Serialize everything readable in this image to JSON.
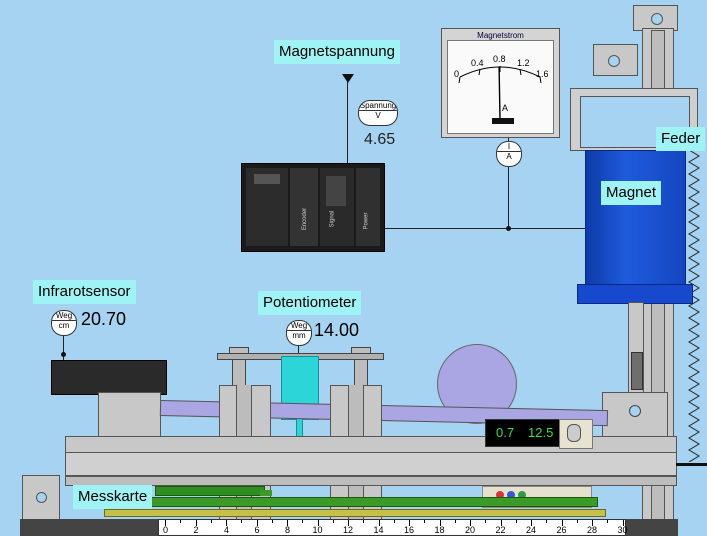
{
  "labels": {
    "magnetspannung": "Magnetspannung",
    "magnet": "Magnet",
    "feder": "Feder",
    "infrarotsensor": "Infrarotsensor",
    "potentiometer": "Potentiometer",
    "messkarte": "Messkarte"
  },
  "meters": {
    "spannung": {
      "top": "Spannung",
      "unit": "V",
      "value": "4.65"
    },
    "strom": {
      "top": "I",
      "unit": "A"
    },
    "infrarot": {
      "top": "Weg",
      "unit": "cm",
      "value": "20.70"
    },
    "poti": {
      "top": "Weg",
      "unit": "mm",
      "value": "14.00"
    }
  },
  "ammeter": {
    "title": "Magnetstrom",
    "scale": [
      "0",
      "0.4",
      "0.8",
      "1.2",
      "1.6"
    ],
    "unit": "A",
    "reading": 0.78
  },
  "display": {
    "left": "0.7",
    "right": "12.5"
  },
  "ruler": {
    "labels": [
      "0",
      "2",
      "4",
      "6",
      "8",
      "10",
      "12",
      "14",
      "16",
      "18",
      "20",
      "22",
      "24",
      "26",
      "28",
      "30"
    ]
  },
  "daq_labels": [
    "Encoder",
    "Signal",
    "Power"
  ],
  "colors": {
    "sky": "#a6d3f2",
    "label": "#9ff3f5",
    "magnet": "#1a4fcf",
    "rod": "#a9a6e3",
    "cyan": "#2bd5d8",
    "green": "#3c9b28",
    "display_text": "#35e04a"
  }
}
